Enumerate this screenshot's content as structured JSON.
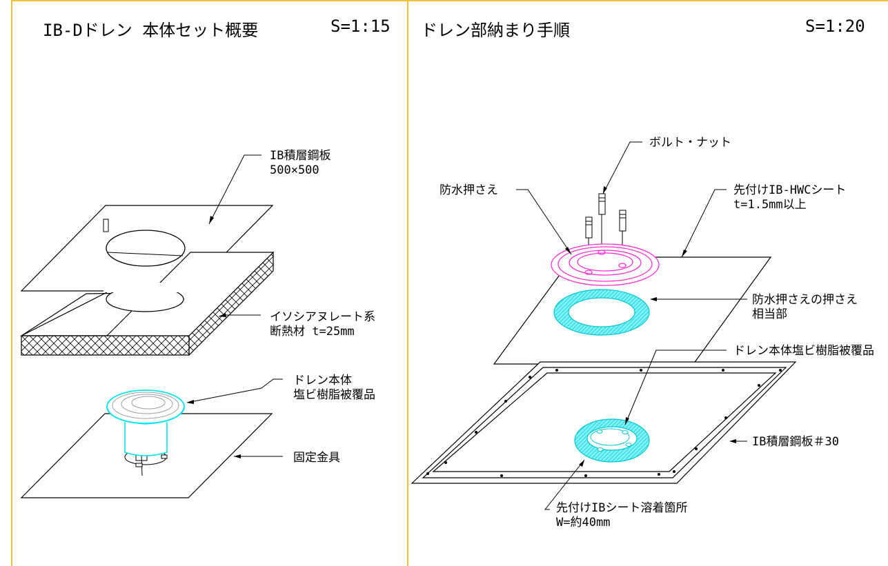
{
  "left_panel": {
    "title": "IB-Dドレン 本体セット概要",
    "scale": "S=1:15",
    "labels": {
      "steel_plate": [
        "IB積層鋼板",
        "500×500"
      ],
      "insulation": [
        "イソシアヌレート系",
        "断熱材 t=25mm"
      ],
      "drain_body": [
        "ドレン本体",
        "塩ビ樹脂被覆品"
      ],
      "fixing": [
        "固定金具"
      ]
    }
  },
  "right_panel": {
    "title": "ドレン部納まり手順",
    "scale": "S=1:20",
    "labels": {
      "bolt_nut": [
        "ボルト・ナット"
      ],
      "press": [
        "防水押さえ"
      ],
      "hwc_sheet": [
        "先付けIB-HWCシート",
        "t=1.5mm以上"
      ],
      "press_equiv": [
        "防水押さえの押さえ",
        "相当部"
      ],
      "drain_resin": [
        "ドレン本体塩ビ樹脂被覆品"
      ],
      "steel_30": [
        "IB積層鋼板＃30"
      ],
      "weld": [
        "先付けIBシート溶着箇所",
        "W=約40mm"
      ]
    }
  },
  "colors": {
    "frame": "#f2c030",
    "cyan": "#00e5ee",
    "magenta": "#ff2bd6",
    "line": "#000000"
  }
}
